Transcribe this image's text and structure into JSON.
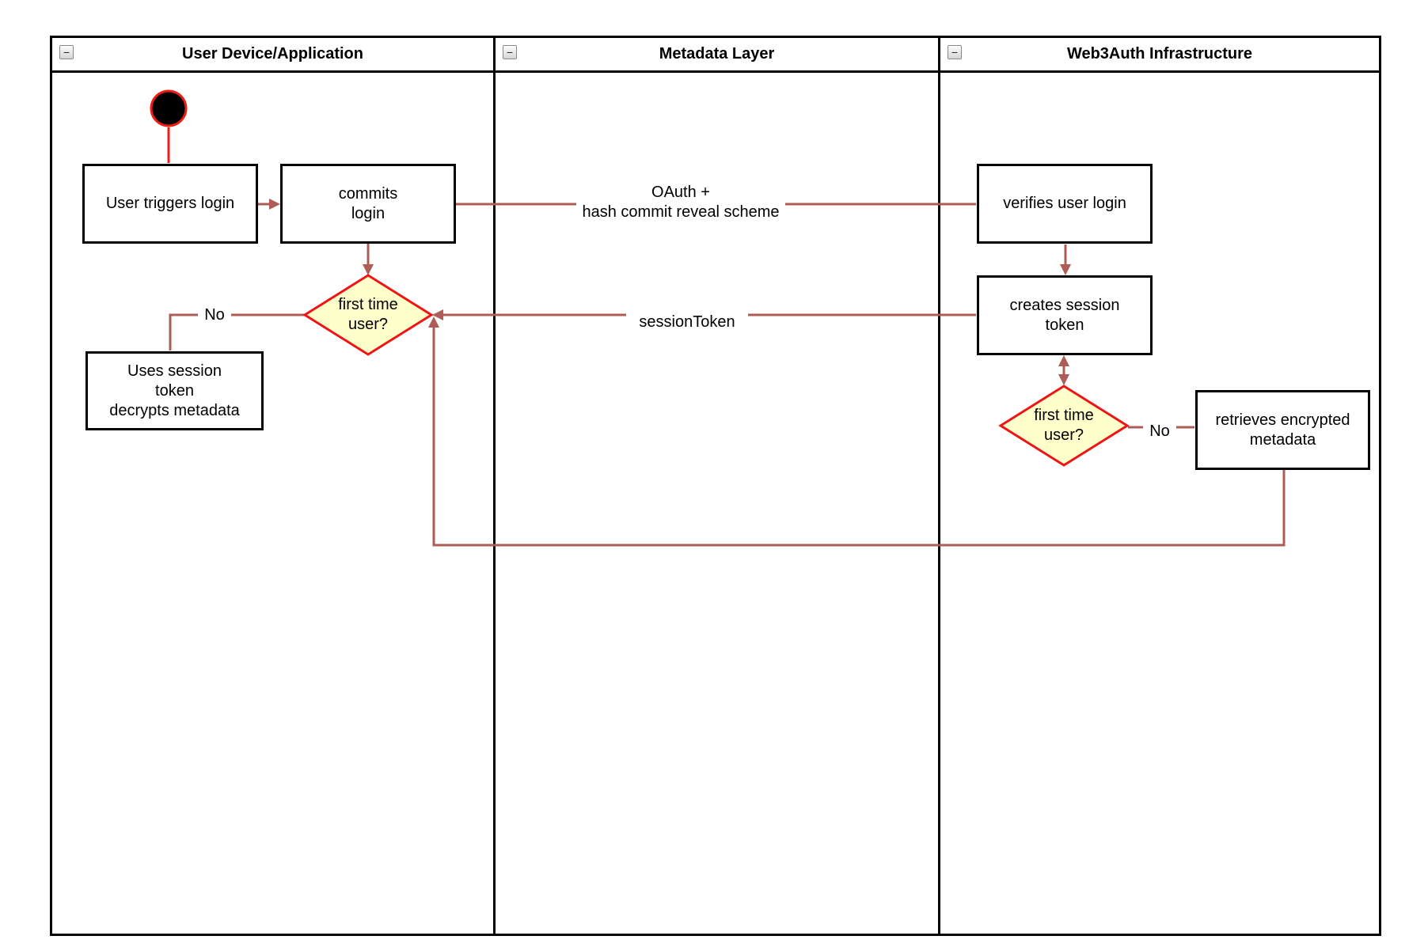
{
  "colors": {
    "connector": "#ad5d55",
    "start_accent": "#ee1c13",
    "decision_fill": "#ffffcc",
    "decision_stroke": "#f01414",
    "node_border": "#000000",
    "lane_border": "#000000"
  },
  "lanes": [
    {
      "title": "User Device/Application",
      "collapse_icon": "−"
    },
    {
      "title": "Metadata Layer",
      "collapse_icon": "−"
    },
    {
      "title": "Web3Auth Infrastructure",
      "collapse_icon": "−"
    }
  ],
  "nodes": {
    "user_triggers": {
      "label": "User triggers login"
    },
    "commits": {
      "label": "commits\nlogin"
    },
    "first_time_user_1": {
      "label": "first time\nuser?"
    },
    "uses_session": {
      "label": "Uses session\ntoken\ndecrypts metadata"
    },
    "verifies": {
      "label": "verifies user login"
    },
    "creates": {
      "label": "creates session\ntoken"
    },
    "first_time_user_2": {
      "label": "first time\nuser?"
    },
    "retrieves": {
      "label": "retrieves encrypted\nmetadata"
    }
  },
  "edge_labels": {
    "oauth": "OAuth +\nhash commit reveal scheme",
    "session_token": "sessionToken",
    "no_left": "No",
    "no_right": "No"
  }
}
